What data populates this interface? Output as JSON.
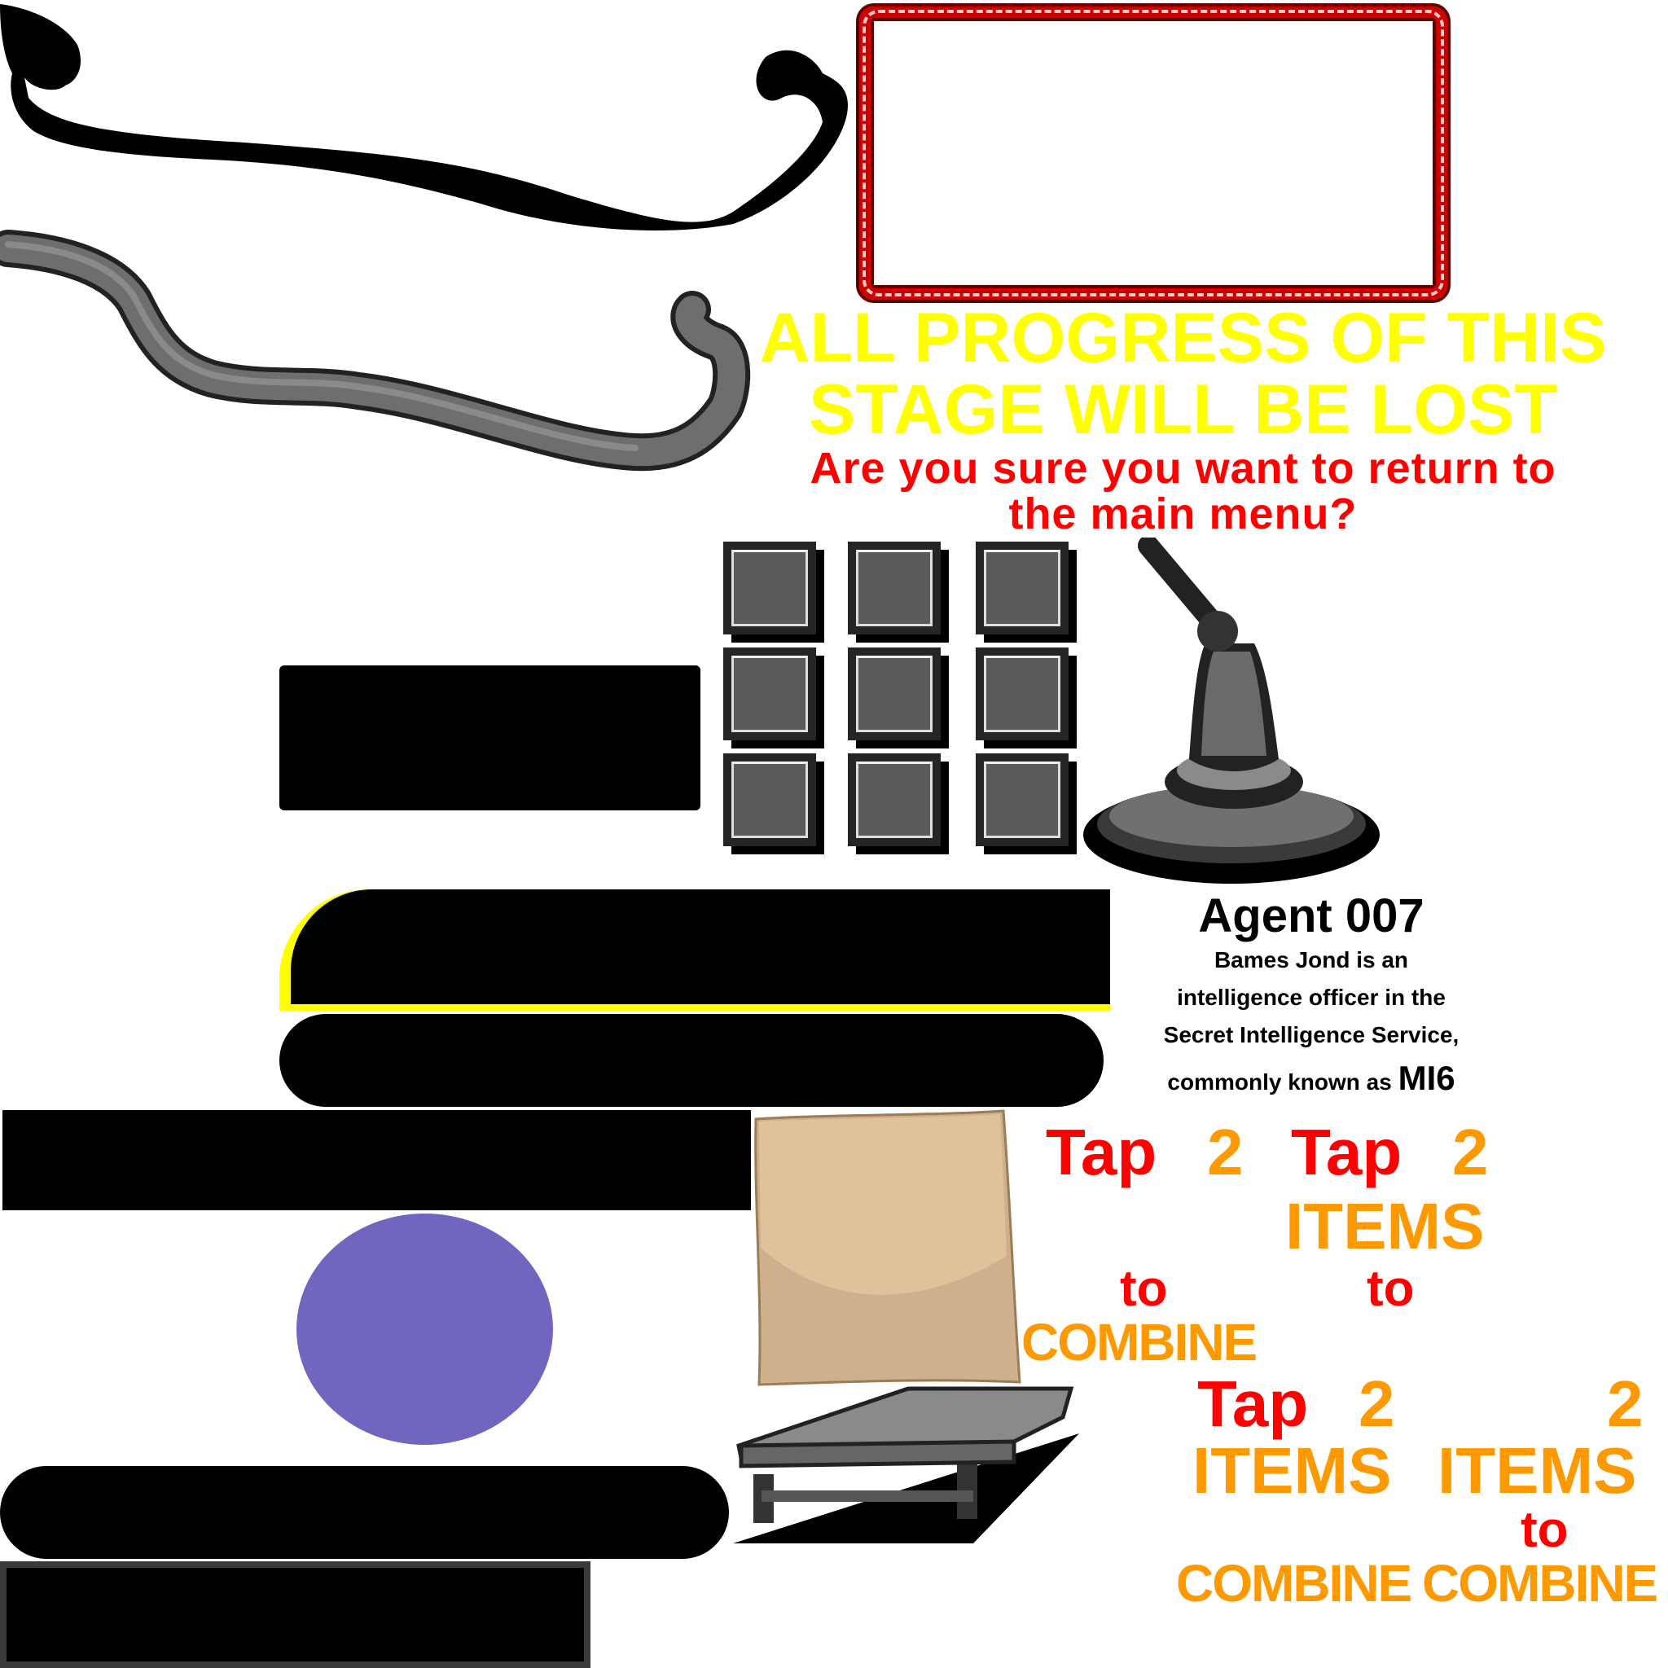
{
  "dialog": {
    "warning_line1": "ALL PROGRESS OF THIS",
    "warning_line2": "STAGE WILL BE LOST",
    "question_line1": "Are you sure you want to return to",
    "question_line2": "the main menu?"
  },
  "agent_card": {
    "title": "Agent 007",
    "lines": [
      "Bames Jond is an",
      "intelligence officer in the",
      "Secret Intelligence Service,",
      "commonly known as"
    ],
    "emphasis": "MI6"
  },
  "hints": {
    "tap": "Tap",
    "two": "2",
    "items": "ITEMS",
    "to": "to",
    "combine": "COMBINE"
  },
  "colors": {
    "red": "#ff0000",
    "orange": "#ff9900",
    "yellow": "#ffff00",
    "purple": "#7066c0",
    "paper": "#dfc29c"
  }
}
